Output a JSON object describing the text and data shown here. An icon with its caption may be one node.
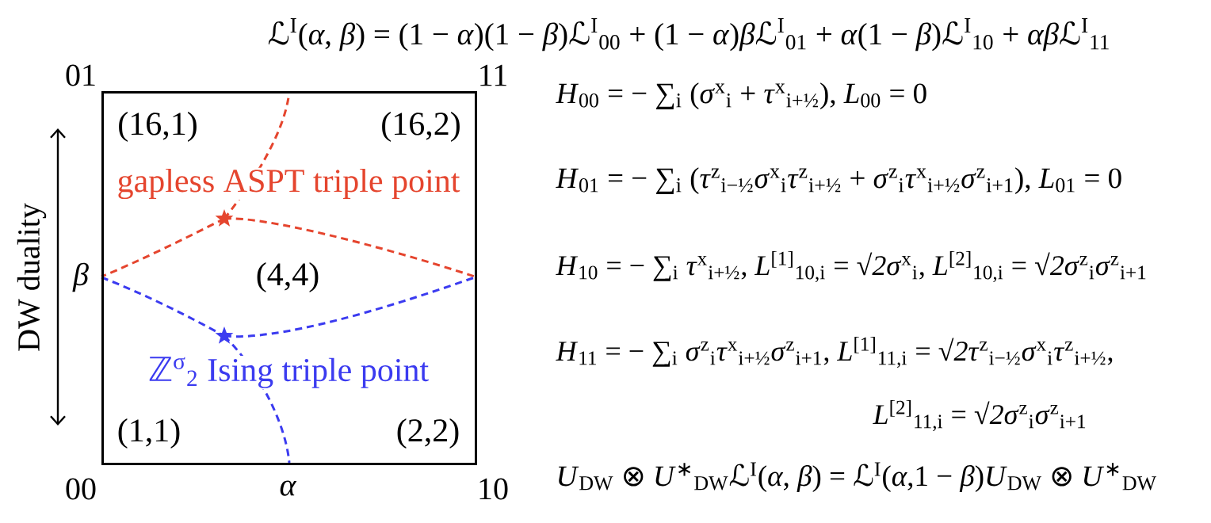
{
  "diagram": {
    "nodes": [
      {
        "text": [
          "(16,1)",
          "(16,2)",
          "gapless ASPT triple point",
          "(4,4)",
          "ℤ$^{σ}$$_{2}$ Ising triple point",
          "(1,1)",
          "(2,2)"
        ]
      }
    ],
    "labels": [
      "ℒ$^{I}$(*α*, *β*) = (1 − *α*)(1 − *β*)ℒ$^{I}$$_{00}$ + (1 − *α*)*βℒ*$^{I}$$_{01}$ + *α*(1 − *β*)ℒ$^{I}$$_{10}$ + *αβℒ*$^{I}$$_{11}$",
      "01",
      "11",
      "*H*$_{00}$ = − ∑$_{i}$ (*σ*$^{x}$$_{i}$ + *τ*$^{x}$$_{i+½}$), *L*$_{00}$ = 0",
      "*H*$_{01}$ = − ∑$_{i}$ (*τ*$^{z}$$_{i−½}$*σ*$^{x}$$_{i}$*τ*$^{z}$$_{i+½}$ + *σ*$^{z}$$_{i}$*τ*$^{x}$$_{i+½}$*σ*$^{z}$$_{i+1}$), *L*$_{01}$ = 0",
      "DW duality",
      "β",
      "*H*$_{10}$ = − ∑$_{i}$ *τ*$^{x}$$_{i+½}$, *L*$^{[1]}$$_{10,i}$ = *√2σ*$^{x}$$_{i}$, *L*$^{[2]}$$_{10,i}$ = *√2σ*$^{z}$$_{i}$*σ*$^{z}$$_{i+1}$",
      "*H*$_{11}$ = − ∑$_{i}$ *σ*$^{z}$$_{i}$*τ*$^{x}$$_{i+½}$*σ*$^{z}$$_{i+1}$, *L*$^{[1]}$$_{11,i}$ = *√2τ*$^{z}$$_{i−½}$*σ*$^{x}$$_{i}$*τ*$^{z}$$_{i+½}$,",
      "*L*$^{[2]}$$_{11,i}$ = *√2σ*$^{z}$$_{i}$*σ*$^{z}$$_{i+1}$",
      "00",
      "α",
      "10",
      "*U*$_{DW}$ ⊗ *U*$^{∗}$$_{DW}$ℒ$^{I}$(*α*, *β*) = ℒ$^{I}$(*α*,1 − *β*)*U*$_{DW}$ ⊗ *U*$^{∗}$$_{DW}$"
    ]
  }
}
